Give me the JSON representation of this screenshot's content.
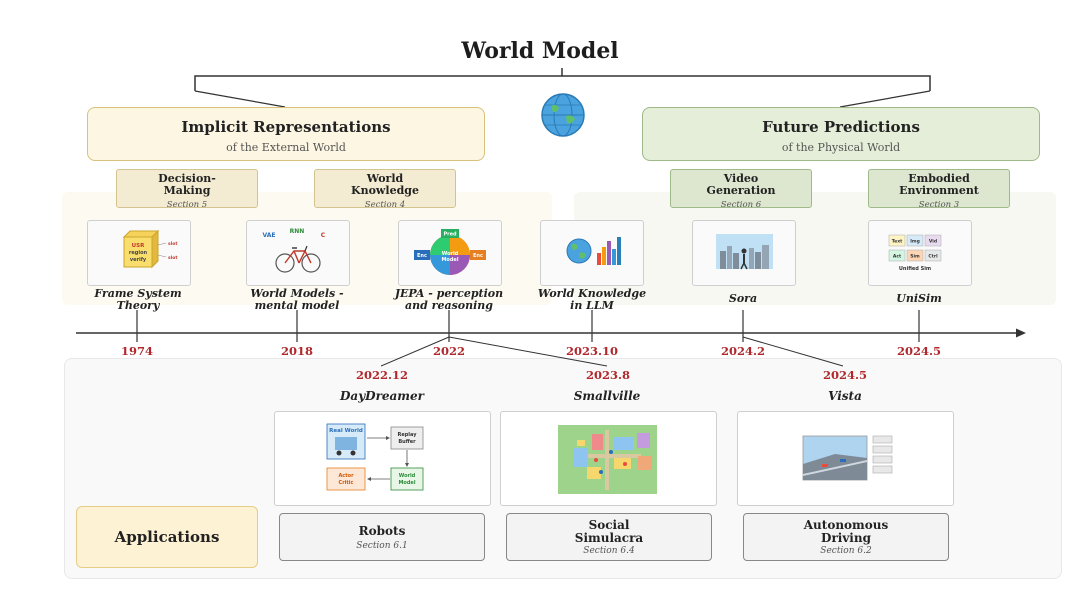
{
  "title": "World Model",
  "implicit": {
    "title": "Implicit Representations",
    "subtitle": "of the External World"
  },
  "future": {
    "title": "Future Predictions",
    "subtitle": "of the Physical World"
  },
  "categories": [
    {
      "name": "Decision-\nMaking",
      "section": "Section 5"
    },
    {
      "name": "World\nKnowledge",
      "section": "Section 4"
    },
    {
      "name": "Video\nGeneration",
      "section": "Section 6"
    },
    {
      "name": "Embodied\nEnvironment",
      "section": "Section 3"
    }
  ],
  "milestones": [
    {
      "label": "Frame System\nTheory",
      "year": "1974"
    },
    {
      "label": "World Models -\nmental model",
      "year": "2018"
    },
    {
      "label": "JEPA - perception\nand reasoning",
      "year": "2022"
    },
    {
      "label": "World Knowledge\nin LLM",
      "year": "2023.10"
    },
    {
      "label": "Sora",
      "year": "2024.2"
    },
    {
      "label": "UniSim",
      "year": "2024.5"
    }
  ],
  "app_years": [
    "2022.12",
    "2023.8",
    "2024.5"
  ],
  "apps": [
    {
      "title": "DayDreamer",
      "name": "Robots",
      "section": "Section 6.1"
    },
    {
      "title": "Smallville",
      "name": "Social\nSimulacra",
      "section": "Section 6.4"
    },
    {
      "title": "Vista",
      "name": "Autonomous\nDriving",
      "section": "Section 6.2"
    }
  ],
  "applications_label": "Applications",
  "icon_text": {
    "frame": [
      "USR",
      "region",
      "verify",
      "slot",
      "slot"
    ],
    "wm": [
      "VAE",
      "RNN",
      "C"
    ],
    "jepa": [
      "Pred",
      "Enc",
      "Enc",
      "World",
      "Model"
    ],
    "unisim": [
      "Text",
      "Img",
      "Vid",
      "Act",
      "Sim",
      "Ctrl",
      "Unified Sim"
    ],
    "daydreamer": [
      "Real World",
      "Replay",
      "Buffer",
      "Actor",
      "Critic",
      "World",
      "Model"
    ]
  },
  "colors": {
    "implicit_fill": "#fcf6e3",
    "implicit_border": "#d8c27a",
    "future_fill": "#e5eed8",
    "future_border": "#9fb98a",
    "year": "#b0282c",
    "applications_fill": "#fdf3d4"
  }
}
